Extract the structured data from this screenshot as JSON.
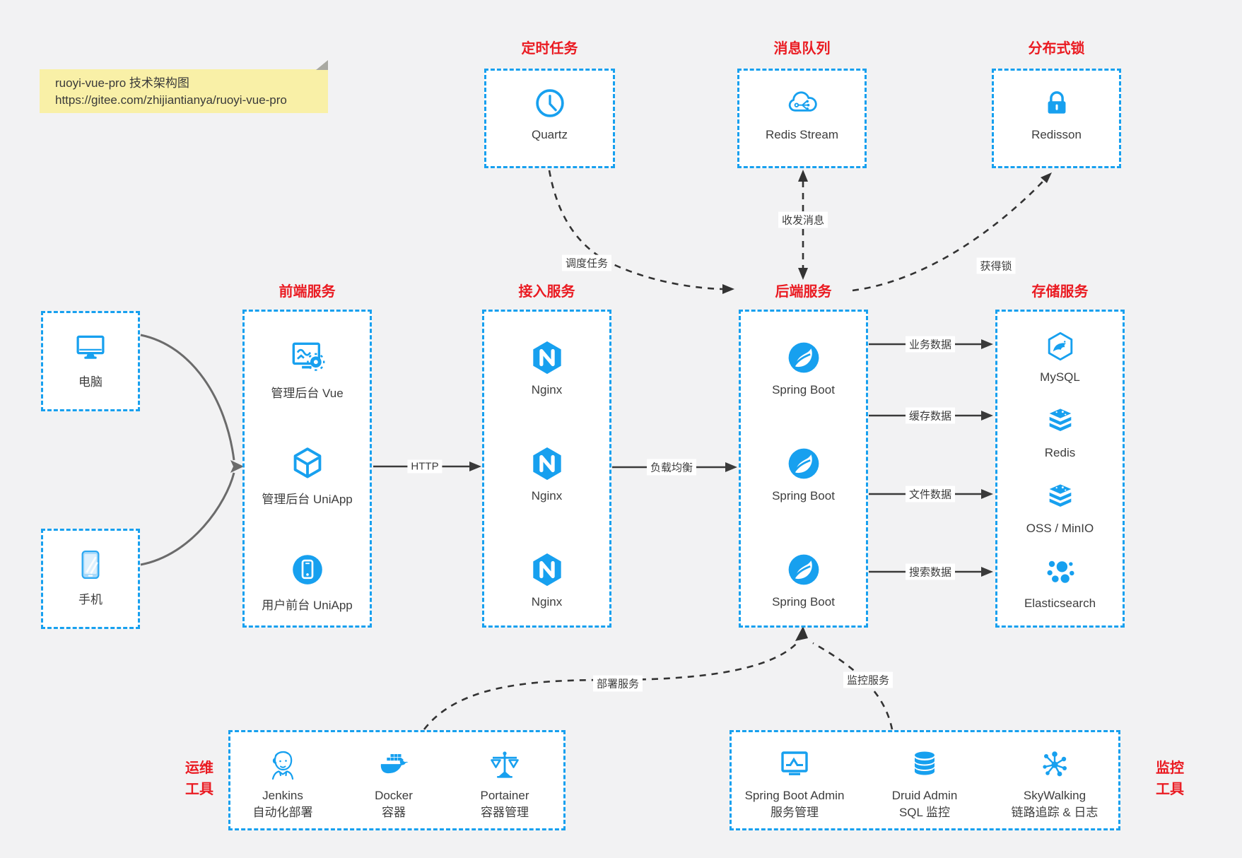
{
  "colors": {
    "blue": "#17a0ef",
    "red": "#ea1b22",
    "background": "#f2f2f3",
    "box_bg": "#ffffff",
    "text": "#3d3d3d"
  },
  "note": {
    "line1": "ruoyi-vue-pro 技术架构图",
    "line2": "https://gitee.com/zhijiantianya/ruoyi-vue-pro"
  },
  "top_groups": [
    {
      "title": "定时任务",
      "item": {
        "icon": "clock-icon",
        "label": "Quartz"
      }
    },
    {
      "title": "消息队列",
      "item": {
        "icon": "cloud-mq-icon",
        "label": "Redis Stream"
      }
    },
    {
      "title": "分布式锁",
      "item": {
        "icon": "lock-icon",
        "label": "Redisson"
      }
    }
  ],
  "devices": [
    {
      "icon": "desktop-icon",
      "label": "电脑"
    },
    {
      "icon": "smartphone-icon",
      "label": "手机"
    }
  ],
  "mid_groups": [
    {
      "title": "前端服务",
      "items": [
        {
          "icon": "admin-vue-icon",
          "label": "管理后台 Vue"
        },
        {
          "icon": "uniapp-cube-icon",
          "label": "管理后台 UniApp"
        },
        {
          "icon": "user-app-icon",
          "label": "用户前台 UniApp"
        }
      ]
    },
    {
      "title": "接入服务",
      "items": [
        {
          "icon": "nginx-icon",
          "label": "Nginx"
        },
        {
          "icon": "nginx-icon",
          "label": "Nginx"
        },
        {
          "icon": "nginx-icon",
          "label": "Nginx"
        }
      ]
    },
    {
      "title": "后端服务",
      "items": [
        {
          "icon": "spring-boot-icon",
          "label": "Spring Boot"
        },
        {
          "icon": "spring-boot-icon",
          "label": "Spring Boot"
        },
        {
          "icon": "spring-boot-icon",
          "label": "Spring Boot"
        }
      ]
    },
    {
      "title": "存储服务",
      "items": [
        {
          "icon": "mysql-icon",
          "label": "MySQL"
        },
        {
          "icon": "redis-icon",
          "label": "Redis"
        },
        {
          "icon": "oss-icon",
          "label": "OSS / MinIO"
        },
        {
          "icon": "elasticsearch-icon",
          "label": "Elasticsearch"
        }
      ]
    }
  ],
  "bottom_groups": [
    {
      "side_label": [
        "运维",
        "工具"
      ],
      "items": [
        {
          "icon": "jenkins-icon",
          "label": "Jenkins",
          "sublabel": "自动化部署"
        },
        {
          "icon": "docker-icon",
          "label": "Docker",
          "sublabel": "容器"
        },
        {
          "icon": "portainer-icon",
          "label": "Portainer",
          "sublabel": "容器管理"
        }
      ]
    },
    {
      "side_label": [
        "监控",
        "工具"
      ],
      "items": [
        {
          "icon": "spring-boot-admin-icon",
          "label": "Spring Boot Admin",
          "sublabel": "服务管理"
        },
        {
          "icon": "druid-icon",
          "label": "Druid Admin",
          "sublabel": "SQL 监控"
        },
        {
          "icon": "skywalking-icon",
          "label": "SkyWalking",
          "sublabel": "链路追踪 & 日志"
        }
      ]
    }
  ],
  "edge_labels": {
    "http": "HTTP",
    "load_balance": "负载均衡",
    "schedule": "调度任务",
    "messaging": "收发消息",
    "lock": "获得锁",
    "deploy": "部署服务",
    "monitor": "监控服务",
    "data": [
      "业务数据",
      "缓存数据",
      "文件数据",
      "搜索数据"
    ]
  }
}
